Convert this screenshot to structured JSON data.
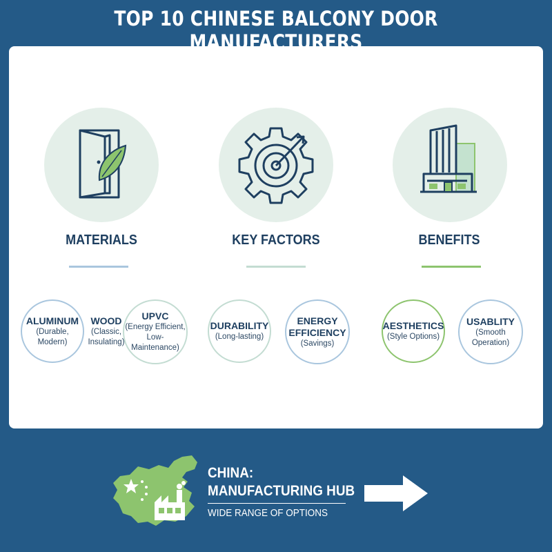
{
  "title": "TOP 10 CHINESE BALCONY DOOR MANUFACTURERS",
  "columns": [
    {
      "label": "MATERIALS",
      "icon": "door-leaf-icon",
      "accent": "#a9c6de"
    },
    {
      "label": "KEY FACTORS",
      "icon": "gear-target-icon",
      "accent": "#c3dcd2"
    },
    {
      "label": "BENEFITS",
      "icon": "building-icon",
      "accent": "#8dc46e"
    }
  ],
  "bubbles": [
    {
      "title": "ALUMINUM",
      "sub1": "(Durable,",
      "sub2": "Modern)"
    },
    {
      "title": "WOOD",
      "sub1": "(Classic,",
      "sub2": "Insulating)"
    },
    {
      "title": "UPVC",
      "sub1": "(Energy Efficient,",
      "sub2": "Low-Maintenance)"
    },
    {
      "title": "DURABILITY",
      "sub1": "(Long-lasting)",
      "sub2": ""
    },
    {
      "title": "ENERGY",
      "title2": "EFFICIENCY",
      "sub1": "(Savings)",
      "sub2": ""
    },
    {
      "title": "AESTHETICS",
      "sub1": "(Style Options)",
      "sub2": ""
    },
    {
      "title": "USABLITY",
      "sub1": "(Smooth Operation)",
      "sub2": ""
    }
  ],
  "hub": {
    "line1": "CHINA:",
    "line2": "MANUFACTURING HUB",
    "subtitle": "WIDE RANGE OF OPTIONS",
    "icon": "china-map-factory-icon",
    "arrow_icon": "right-arrow-icon"
  },
  "colors": {
    "background": "#245a87",
    "navy": "#1e3f60",
    "green": "#8dc46e",
    "mint": "#e4efe9"
  }
}
